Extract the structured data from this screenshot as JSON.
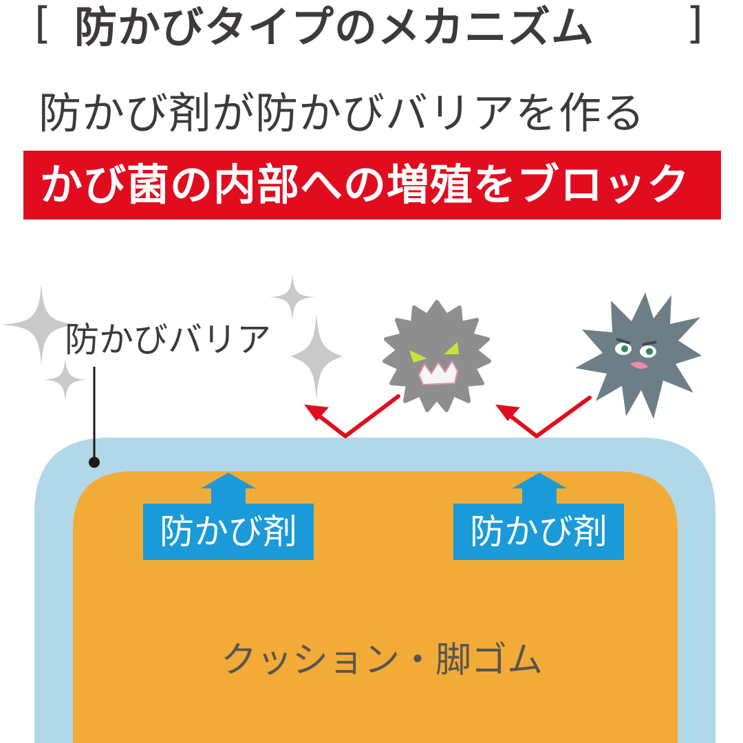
{
  "heading": {
    "bracket_open": "[",
    "title": "防かびタイプのメカニズム",
    "bracket_close": "]"
  },
  "subtitle": "防かび剤が防かびバリアを作る",
  "banner": {
    "text": "かび菌の内部への増殖をブロック",
    "color": "#e10d1f"
  },
  "diagram": {
    "barrier_label": "防かびバリア",
    "agent_label_1": "防かび剤",
    "agent_label_2": "防かび剤",
    "base_label": "クッション・脚ゴム",
    "colors": {
      "barrier": "#b1d8e8",
      "base": "#f2ab36",
      "agent": "#1a9ad8",
      "deflect_arrow": "#e10d1f",
      "mold_1": "#8b8b8b",
      "mold_2": "#6e7f88"
    },
    "icons": [
      "sparkle-icon",
      "mold-germ-icon",
      "deflect-arrow-icon",
      "up-arrow-icon"
    ]
  }
}
